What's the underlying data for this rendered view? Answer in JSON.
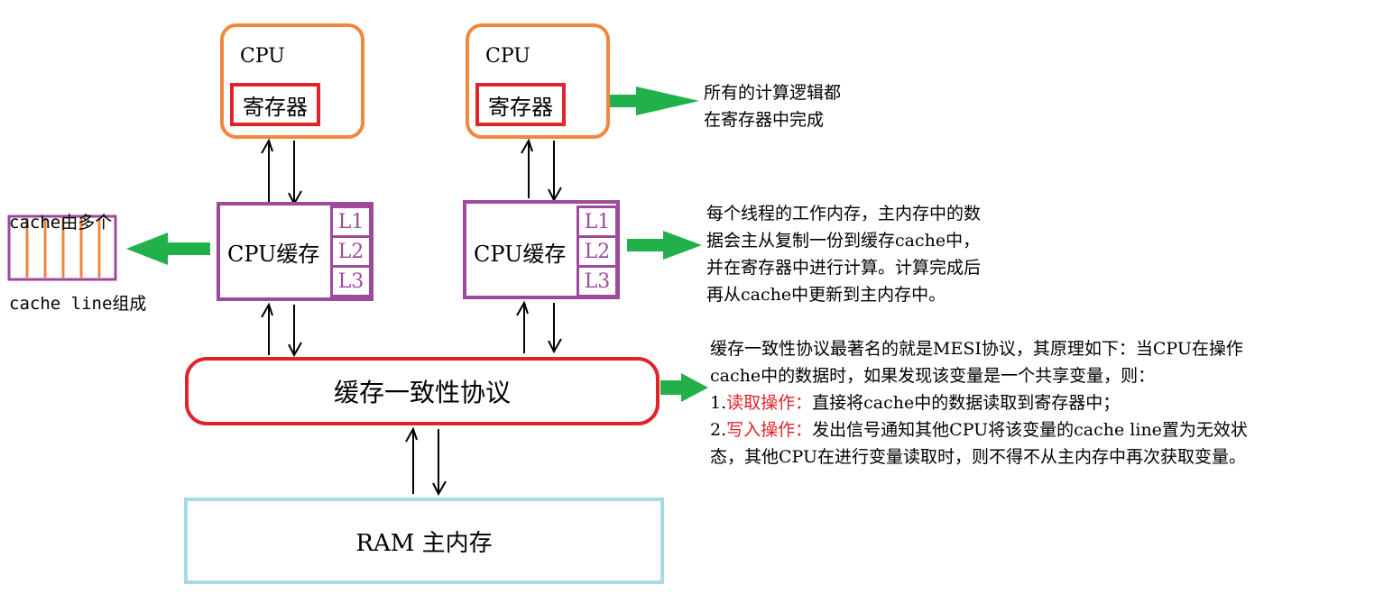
{
  "cpu_left": {
    "label": "CPU",
    "register": "寄存器"
  },
  "cpu_right": {
    "label": "CPU",
    "register": "寄存器"
  },
  "cache_left": {
    "label": "CPU缓存",
    "levels": [
      "L1",
      "L2",
      "L3"
    ]
  },
  "cache_right": {
    "label": "CPU缓存",
    "levels": [
      "L1",
      "L2",
      "L3"
    ]
  },
  "protocol": {
    "label": "缓存一致性协议"
  },
  "ram": {
    "label": "RAM 主内存"
  },
  "notes": {
    "cache_lines": [
      "cache由多个",
      "cache line组成"
    ],
    "register_note": [
      "所有的计算逻辑都",
      "在寄存器中完成"
    ],
    "cache_note": [
      "每个线程的工作内存，主内存中的数",
      "据会主从复制一份到缓存cache中，",
      "并在寄存器中进行计算。计算完成后",
      "再从cache中更新到主内存中。"
    ],
    "mesi": {
      "line1": "缓存一致性协议最著名的就是MESI协议，其原理如下：当CPU在操作",
      "line2": "cache中的数据时，如果发现该变量是一个共享变量，则：",
      "read_prefix": "1.",
      "read_label": "读取操作：",
      "read_text": "直接将cache中的数据读取到寄存器中；",
      "write_prefix": "2.",
      "write_label": "写入操作：",
      "write_text": "发出信号通知其他CPU将该变量的cache line置为无效状",
      "line5": "态，其他CPU在进行变量读取时，则不得不从主内存中再次获取变量。"
    }
  },
  "colors": {
    "cpu": "#f0873c",
    "register": "#e0242c",
    "cache": "#9d4a9d",
    "ram": "#a6dbe6",
    "arrow": "#22b04a",
    "highlight": "#e0242c"
  }
}
